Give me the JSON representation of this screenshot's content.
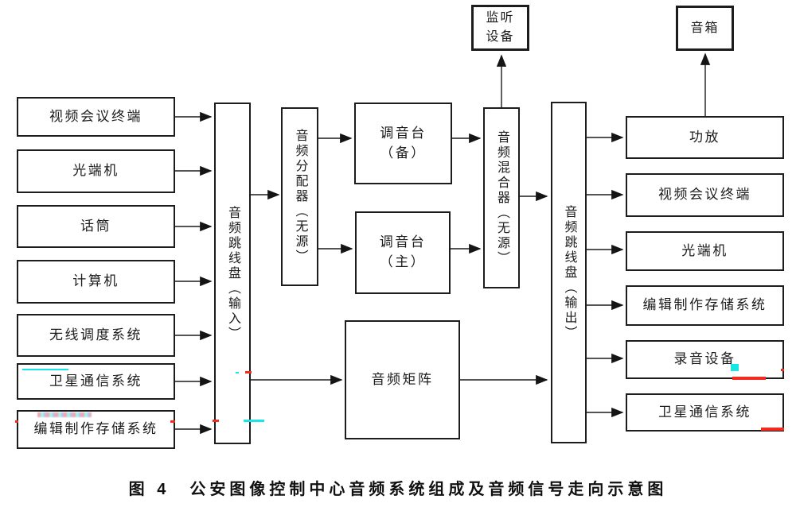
{
  "caption": "图 4　公安图像控制中心音频系统组成及音频信号走向示意图",
  "colors": {
    "ink": "#1c1c1c",
    "background": "#ffffff",
    "artifact_red": "#f52a1e",
    "artifact_cyan": "#17e6e6"
  },
  "sources": [
    "视频会议终端",
    "光端机",
    "话筒",
    "计算机",
    "无线调度系统",
    "卫星通信系统",
    "编辑制作存储系统"
  ],
  "center": {
    "monitor_device": "监听\n设备",
    "speaker": "音箱",
    "input_patch_panel": "音频跳线盘（输入）",
    "audio_distributor": "音频分配器（无源）",
    "console_backup": "调音台\n（备）",
    "console_main": "调音台\n（主）",
    "audio_mixer": "音频混合器（无源）",
    "audio_matrix": "音频矩阵",
    "output_patch_panel": "音频跳线盘（输出）"
  },
  "destinations": [
    "功放",
    "视频会议终端",
    "光端机",
    "编辑制作存储系统",
    "录音设备",
    "卫星通信系统"
  ]
}
